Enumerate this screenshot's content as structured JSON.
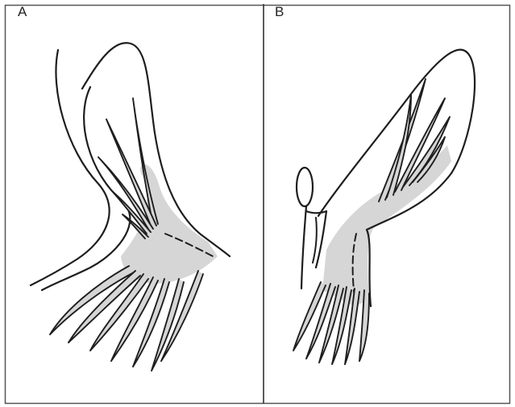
{
  "figure": {
    "panels": [
      {
        "id": "A",
        "label": "A"
      },
      {
        "id": "B",
        "label": "B"
      }
    ],
    "colors": {
      "frame": "#555555",
      "outline": "#1e1e1e",
      "shade": "#d6d6d6",
      "background": "#ffffff"
    }
  }
}
